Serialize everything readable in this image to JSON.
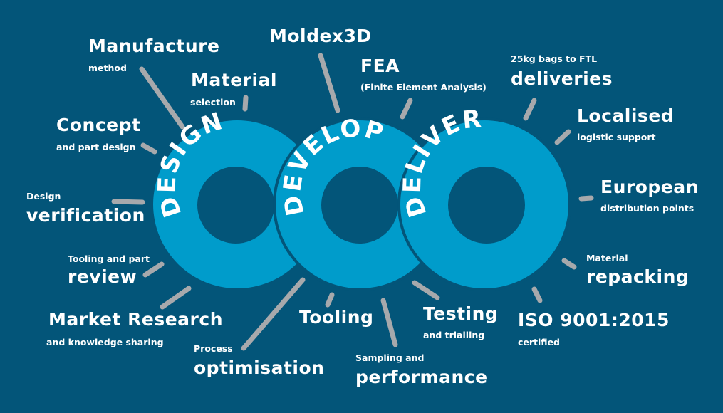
{
  "colors": {
    "background": "#035579",
    "ring": "#009ccb",
    "connector": "#a7a9ac",
    "text": "#ffffff"
  },
  "rings": [
    {
      "label": "DESIGN"
    },
    {
      "label": "DEVELOP"
    },
    {
      "label": "DELIVER"
    }
  ],
  "labels": {
    "manufacture": {
      "title": "Manufacture",
      "sub": "method"
    },
    "material_selection": {
      "title": "Material",
      "sub": "selection"
    },
    "moldex": {
      "title": "Moldex3D"
    },
    "fea": {
      "title": "FEA",
      "sub": "(Finite Element Analysis)"
    },
    "concept": {
      "title": "Concept",
      "sub": "and part design"
    },
    "design_verification": {
      "pre": "Design",
      "title": "verification"
    },
    "tooling_review": {
      "pre": "Tooling and part",
      "title": "review"
    },
    "market_research": {
      "title": "Market Research",
      "sub": "and knowledge sharing"
    },
    "process_optimisation": {
      "pre": "Process",
      "title": "optimisation"
    },
    "tooling": {
      "title": "Tooling"
    },
    "sampling_performance": {
      "pre": "Sampling and",
      "title": "performance"
    },
    "testing": {
      "title": "Testing",
      "sub": "and trialling"
    },
    "deliveries": {
      "pre": "25kg bags to FTL",
      "title": "deliveries"
    },
    "localised": {
      "title": "Localised",
      "sub": "logistic support"
    },
    "european": {
      "title": "European",
      "sub": "distribution points"
    },
    "repacking": {
      "pre": "Material",
      "title": "repacking"
    },
    "iso": {
      "title": "ISO 9001:2015",
      "sub": "certified"
    }
  }
}
